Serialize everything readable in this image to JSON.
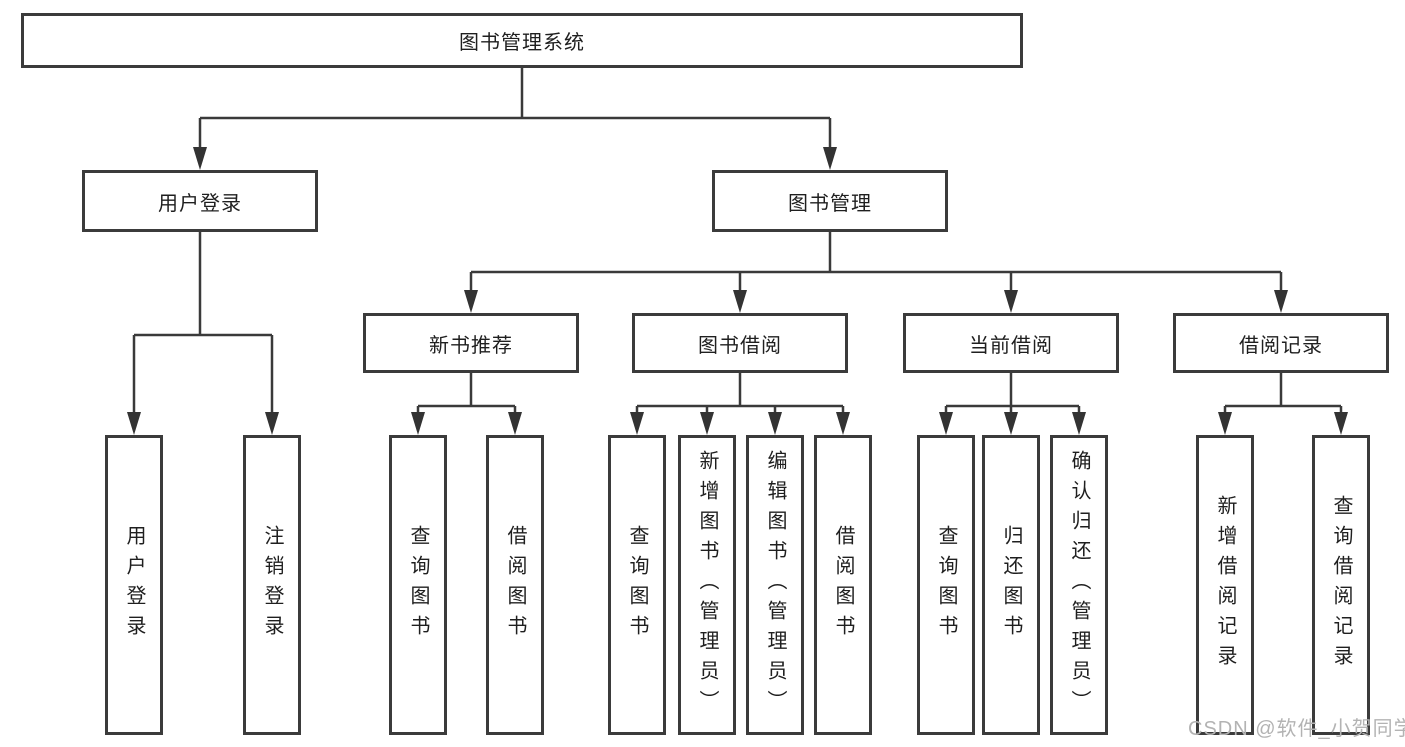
{
  "diagram": {
    "tree": {
      "label": "图书管理系统",
      "children": [
        {
          "label": "用户登录",
          "children": [
            {
              "label": "用户登录"
            },
            {
              "label": "注销登录"
            }
          ]
        },
        {
          "label": "图书管理",
          "children": [
            {
              "label": "新书推荐",
              "children": [
                {
                  "label": "查询图书"
                },
                {
                  "label": "借阅图书"
                }
              ]
            },
            {
              "label": "图书借阅",
              "children": [
                {
                  "label": "查询图书"
                },
                {
                  "label": "新增图书（管理员）"
                },
                {
                  "label": "编辑图书（管理员）"
                },
                {
                  "label": "借阅图书"
                }
              ]
            },
            {
              "label": "当前借阅",
              "children": [
                {
                  "label": "查询图书"
                },
                {
                  "label": "归还图书"
                },
                {
                  "label": "确认归还（管理员）"
                }
              ]
            },
            {
              "label": "借阅记录",
              "children": [
                {
                  "label": "新增借阅记录"
                },
                {
                  "label": "查询借阅记录"
                }
              ]
            }
          ]
        }
      ]
    },
    "colors": {
      "line": "#3a3a3a",
      "box_border": "#3b3b3b",
      "text": "#1f1f1f",
      "watermark": "#b3b3b3",
      "background": "#ffffff"
    }
  },
  "watermark": {
    "text": "CSDN @软件_小贺同学"
  }
}
